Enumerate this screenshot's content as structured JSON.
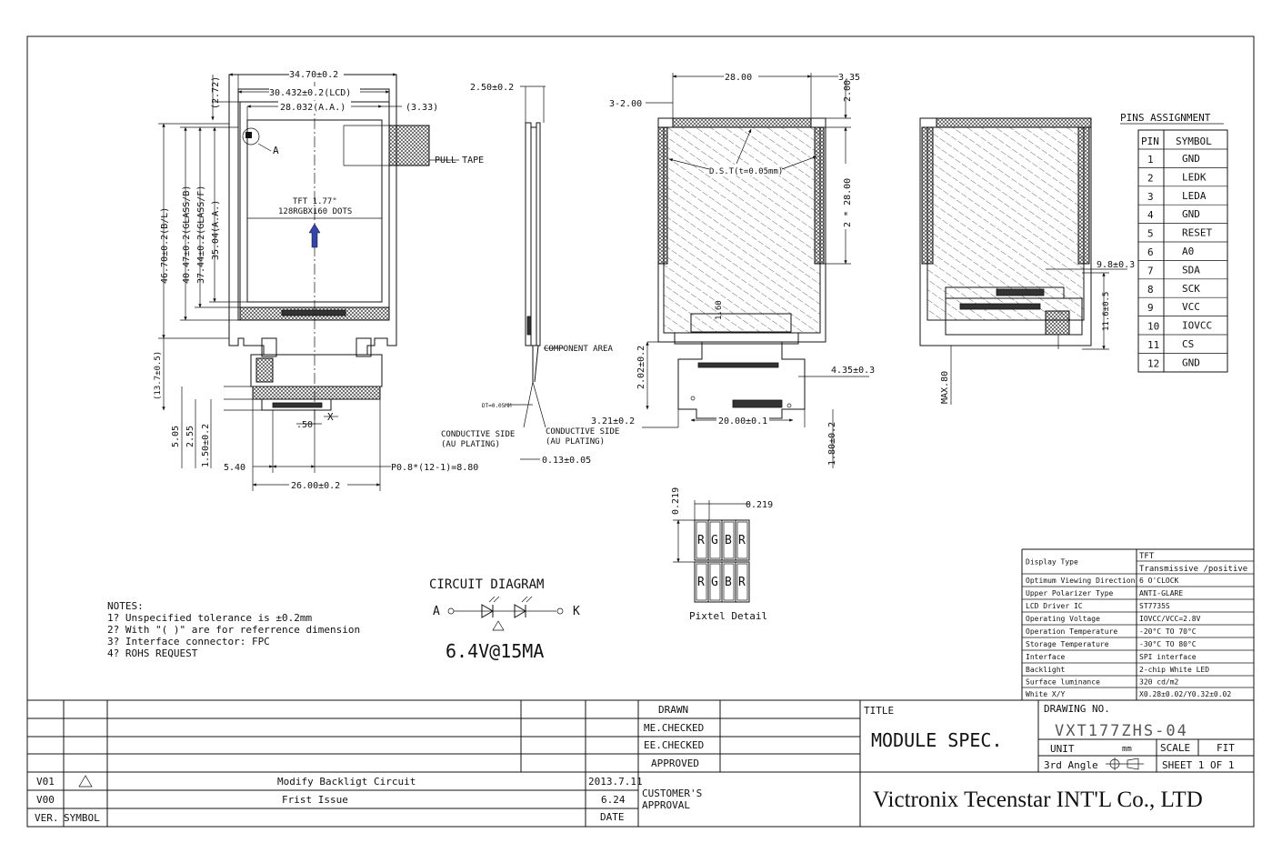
{
  "front_view": {
    "dims": [
      "34.70±0.2",
      "30.432±0.2(LCD)",
      "28.032(A.A.)",
      "(3.33)",
      "(2.72)",
      "46.70±0.2(B/L)",
      "40.47±0.2(GLASS/B)",
      "37.44±0.2(GLASS/F)",
      "35.04(A.A.)",
      "(13.7±0.5)",
      "5.05",
      "2.55",
      "1.50±0.2",
      "5.40",
      ".50",
      "26.00±0.2",
      "P0.8*(12-1)=8.80"
    ],
    "label_a": "A",
    "label_x": "X",
    "pull_tape": "PULL TAPE",
    "screen_line1": "TFT 1.77\"",
    "screen_line2": "128RGBX160 DOTS"
  },
  "side_view": {
    "dims": [
      "2.50±0.2",
      "0.13±0.05"
    ],
    "component_area": "COMPONENT AREA",
    "dt": "DT=0.05MM",
    "conductive_left_1": "CONDUCTIVE SIDE",
    "conductive_left_2": "(AU PLATING)",
    "conductive_right_1": "CONDUCTIVE SIDE",
    "conductive_right_2": "(AU PLATING)"
  },
  "back_view": {
    "dims": [
      "28.00",
      "3.35",
      "3-2.00",
      "2.00",
      "2 * 28.00",
      "D.S.T(t=0.05mm)",
      "1.60",
      "2.02±0.2",
      "4.35±0.3",
      "3.21±0.2",
      "20.00±0.1",
      "1.80±0.2"
    ]
  },
  "right_view": {
    "dims": [
      "9.8±0.3",
      "11.6±0.5",
      "MAX.80"
    ]
  },
  "pins": {
    "title": "PINS ASSIGNMENT",
    "col_pin": "PIN",
    "col_symbol": "SYMBOL",
    "rows": [
      [
        "1",
        "GND"
      ],
      [
        "2",
        "LEDK"
      ],
      [
        "3",
        "LEDA"
      ],
      [
        "4",
        "GND"
      ],
      [
        "5",
        "RESET"
      ],
      [
        "6",
        "A0"
      ],
      [
        "7",
        "SDA"
      ],
      [
        "8",
        "SCK"
      ],
      [
        "9",
        "VCC"
      ],
      [
        "10",
        "IOVCC"
      ],
      [
        "11",
        "CS"
      ],
      [
        "12",
        "GND"
      ]
    ]
  },
  "pixel": {
    "dim_h": "0.219",
    "dim_w": "0.219",
    "cells": [
      "R",
      "G",
      "B",
      "R"
    ],
    "caption": "Pixtel Detail"
  },
  "circuit": {
    "title": "CIRCUIT DIAGRAM",
    "anode": "A",
    "cathode": "K",
    "rating": "6.4V@15MA"
  },
  "notes": {
    "title": "NOTES:",
    "lines": [
      "1? Unspecified tolerance is ±0.2mm",
      "2? With \"( )\" are for referrence dimension",
      "3? Interface connector: FPC",
      "4? ROHS REQUEST"
    ]
  },
  "spec": {
    "rows": [
      [
        "Display Type",
        "TFT\nTransmissive /positive"
      ],
      [
        "Optimum Viewing Direction",
        "6 O'CLOCK"
      ],
      [
        "Upper Polarizer Type",
        "ANTI-GLARE"
      ],
      [
        "LCD Driver IC",
        "ST7735S"
      ],
      [
        "Operating Voltage",
        "IOVCC/VCC=2.8V"
      ],
      [
        "Operation Temperature",
        "-20°C TO 70°C"
      ],
      [
        "Storage Temperature",
        "-30°C TO 80°C"
      ],
      [
        "Interface",
        "SPI interface"
      ],
      [
        "Backlight",
        "2-chip White LED"
      ],
      [
        "Surface luminance",
        "320 cd/m2"
      ],
      [
        "White X/Y",
        "X0.28±0.02/Y0.32±0.02"
      ]
    ]
  },
  "title_block": {
    "drawn": "DRAWN",
    "me_checked": "ME.CHECKED",
    "ee_checked": "EE.CHECKED",
    "approved": "APPROVED",
    "customer_1": "CUSTOMER'S",
    "customer_2": "APPROVAL",
    "date": "DATE",
    "title_label": "TITLE",
    "title_value": "MODULE SPEC.",
    "drawing_no_label": "DRAWING NO.",
    "drawing_no": "VXT177ZHS-04",
    "unit_label": "UNIT",
    "unit_value": "mm",
    "scale_label": "SCALE",
    "scale_value": "FIT",
    "angle": "3rd Angle",
    "sheet": "SHEET 1 OF 1",
    "company": "Victronix Tecenstar INT'L Co., LTD",
    "ver_label": "VER.",
    "symbol_label": "SYMBOL",
    "revisions": [
      {
        "ver": "V01",
        "desc": "Modify Backligt Circuit",
        "date": "2013.7.11"
      },
      {
        "ver": "V00",
        "desc": "Frist Issue",
        "date": "6.24"
      }
    ]
  }
}
